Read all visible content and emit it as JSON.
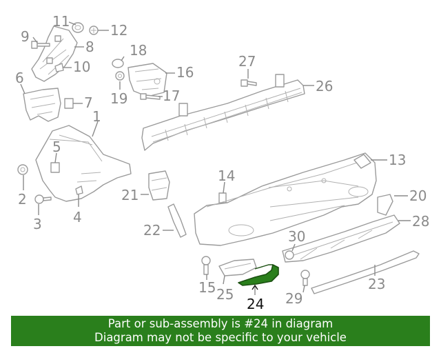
{
  "diagram": {
    "callouts": [
      "11",
      "12",
      "9",
      "8",
      "10",
      "18",
      "16",
      "6",
      "7",
      "19",
      "17",
      "27",
      "26",
      "1",
      "5",
      "13",
      "14",
      "21",
      "20",
      "2",
      "3",
      "4",
      "28",
      "22",
      "30",
      "15",
      "25",
      "24",
      "29",
      "23"
    ],
    "highlighted_part": "24",
    "highlight_color": "#2a7f1c"
  },
  "banner": {
    "line1": "Part or sub-assembly is #24 in diagram",
    "line2": "Diagram may not be specific to your vehicle",
    "background": "#2a7f1c"
  }
}
